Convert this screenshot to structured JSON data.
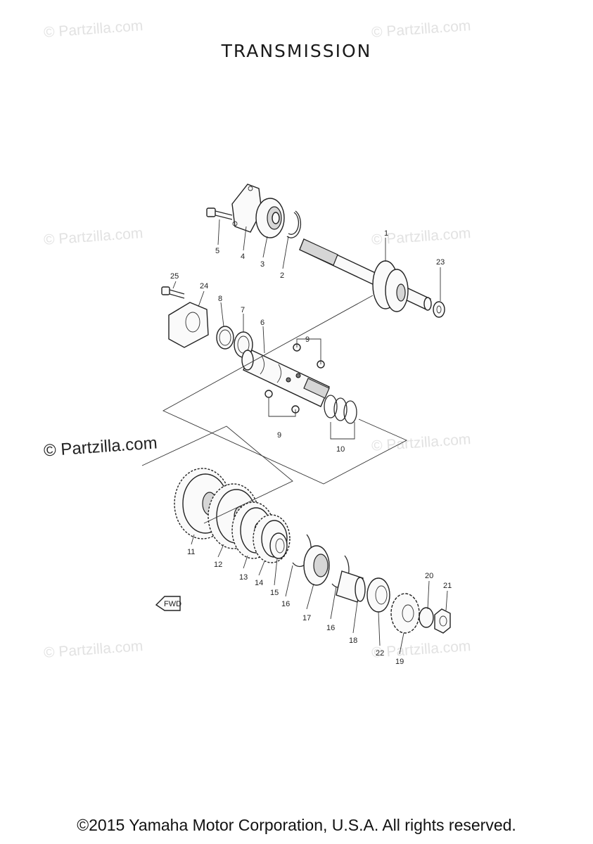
{
  "title": "TRANSMISSION",
  "watermark": "© Partzilla.com",
  "footer": "©2015 Yamaha Motor Corporation, U.S.A. All rights reserved.",
  "fwd_label": "FWD",
  "callouts": {
    "p1": "1",
    "p2": "2",
    "p3": "3",
    "p4": "4",
    "p5": "5",
    "p6": "6",
    "p7": "7",
    "p8": "8",
    "p9a": "9",
    "p9b": "9",
    "p10": "10",
    "p11": "11",
    "p12": "12",
    "p13": "13",
    "p14": "14",
    "p15": "15",
    "p16a": "16",
    "p16b": "16",
    "p17": "17",
    "p18": "18",
    "p19": "19",
    "p20": "20",
    "p21": "21",
    "p22": "22",
    "p23": "23",
    "p24": "24",
    "p25": "25"
  }
}
